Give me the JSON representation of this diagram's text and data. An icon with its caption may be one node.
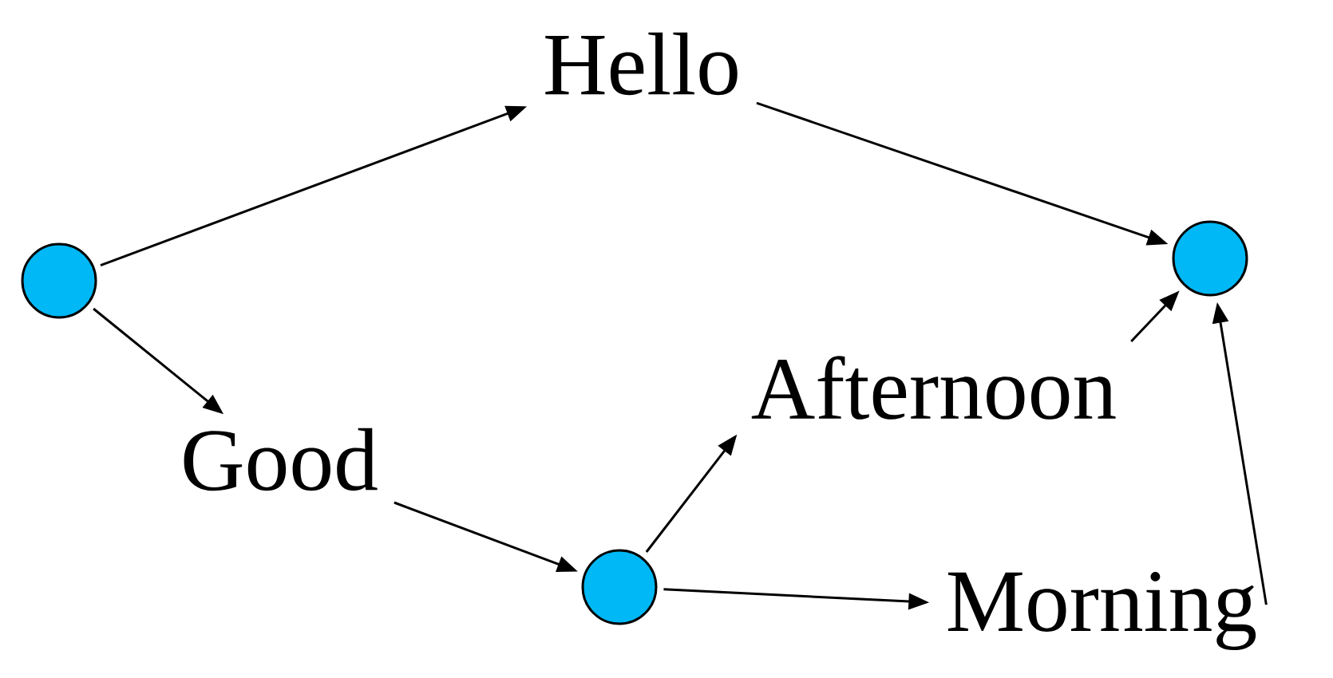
{
  "diagram": {
    "nodes": [
      {
        "text": [],
        "shape": "circle"
      },
      {
        "text": [
          "Hello"
        ]
      },
      {
        "text": [
          "Good"
        ]
      },
      {
        "text": [],
        "shape": "circle"
      },
      {
        "text": [
          "Afternoon"
        ]
      },
      {
        "text": [],
        "shape": "circle"
      },
      {
        "text": [
          "Morning"
        ]
      }
    ],
    "edges": [
      {
        "from": 0,
        "to": 1,
        "arrow": "to"
      },
      {
        "from": 0,
        "to": 2,
        "arrow": "to"
      },
      {
        "from": 1,
        "to": 5,
        "arrow": "to"
      },
      {
        "from": 2,
        "to": 3,
        "arrow": "to"
      },
      {
        "from": 3,
        "to": 4,
        "arrow": "to"
      },
      {
        "from": 3,
        "to": 6,
        "arrow": "to"
      },
      {
        "from": 4,
        "to": 5,
        "arrow": "to"
      },
      {
        "from": 6,
        "to": 5,
        "arrow": "to"
      }
    ]
  }
}
